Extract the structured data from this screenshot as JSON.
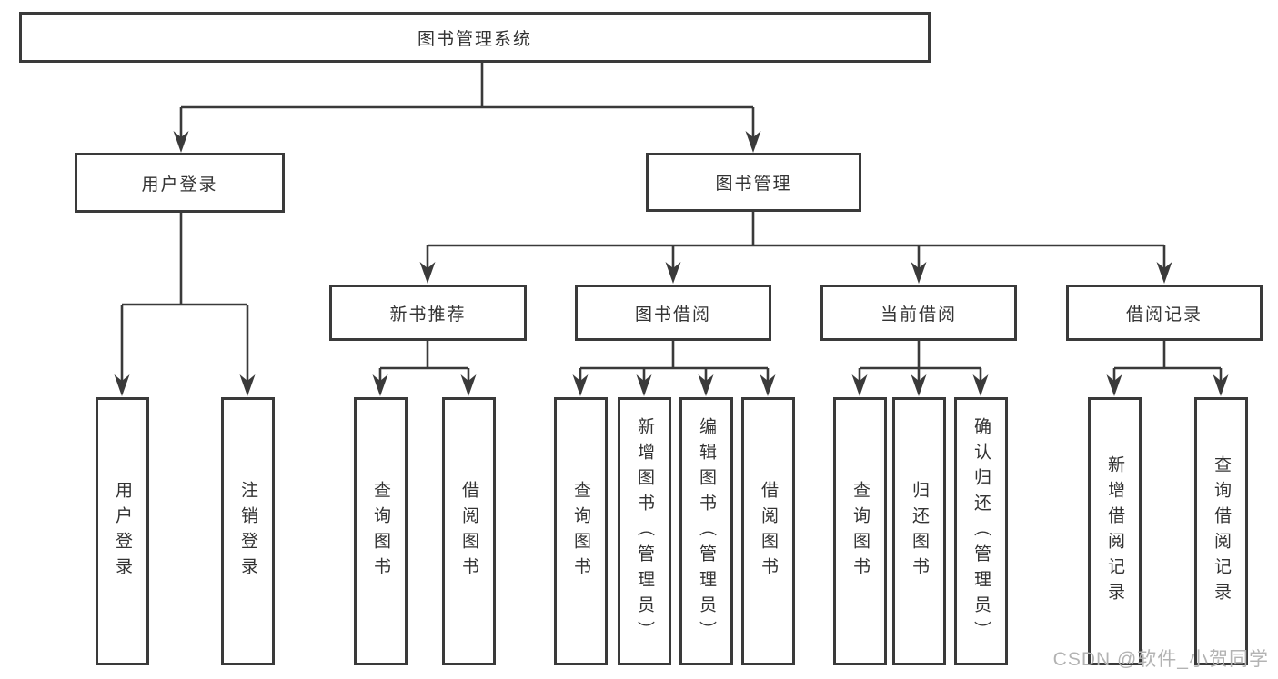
{
  "tree": {
    "root": {
      "label": "图书管理系统"
    },
    "children": [
      {
        "label": "用户登录",
        "children": [
          {
            "label": "用户登录"
          },
          {
            "label": "注销登录"
          }
        ]
      },
      {
        "label": "图书管理",
        "children": [
          {
            "label": "新书推荐",
            "children": [
              {
                "label": "查询图书"
              },
              {
                "label": "借阅图书"
              }
            ]
          },
          {
            "label": "图书借阅",
            "children": [
              {
                "label": "查询图书"
              },
              {
                "label": "新增图书（管理员）"
              },
              {
                "label": "编辑图书（管理员）"
              },
              {
                "label": "借阅图书"
              }
            ]
          },
          {
            "label": "当前借阅",
            "children": [
              {
                "label": "查询图书"
              },
              {
                "label": "归还图书"
              },
              {
                "label": "确认归还（管理员）"
              }
            ]
          },
          {
            "label": "借阅记录",
            "children": [
              {
                "label": "新增借阅记录"
              },
              {
                "label": "查询借阅记录"
              }
            ]
          }
        ]
      }
    ]
  },
  "colors": {
    "line": "#3a3a3a",
    "box_border": "#3a3a3a",
    "box_fill": "#ffffff",
    "text": "#333333",
    "watermark": "#b3b3b3"
  },
  "watermark": {
    "text": "CSDN @软件_小贺同学"
  }
}
